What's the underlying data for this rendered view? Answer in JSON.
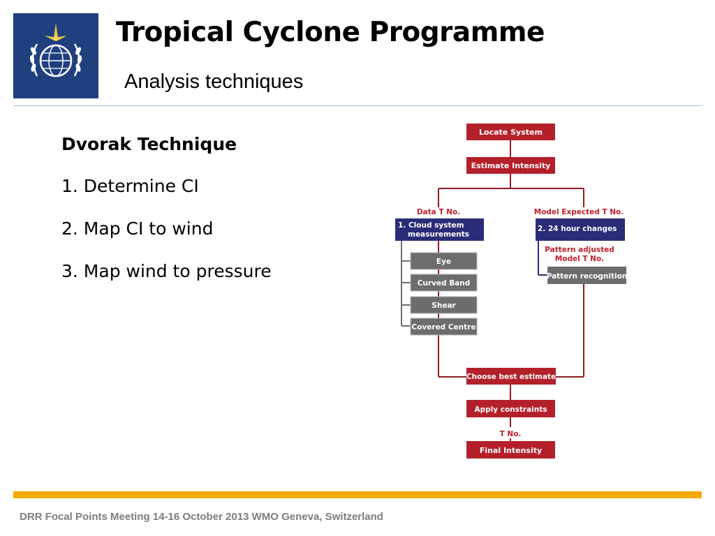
{
  "header": {
    "title": "Tropical Cyclone Programme",
    "subtitle": "Analysis techniques"
  },
  "content": {
    "heading": "Dvorak Technique",
    "steps": [
      "1. Determine CI",
      "2. Map CI to wind",
      "3. Map wind to pressure"
    ]
  },
  "flowchart": {
    "locate": "Locate System",
    "estimate": "Estimate Intensity",
    "data_t_label": "Data T No.",
    "model_t_label": "Model Expected T No.",
    "cloud_line1": "1. Cloud system",
    "cloud_line2": "measurements",
    "changes": "2. 24 hour changes",
    "pattern_adjusted_line1": "Pattern adjusted",
    "pattern_adjusted_line2": "Model T No.",
    "pattern_recognition": "Pattern recognition",
    "eye": "Eye",
    "curved_band": "Curved Band",
    "shear": "Shear",
    "covered_centre": "Covered Centre",
    "choose": "Choose best estimate",
    "constraints": "Apply constraints",
    "t_no_label": "T No.",
    "final": "Final Intensity",
    "colors": {
      "red_box": "#b4202a",
      "navy_box": "#2a2c78",
      "gray_box": "#6d6d6d",
      "label_red": "#c0202a",
      "line": "#8e1d24"
    }
  },
  "footer": {
    "text": "DRR Focal Points Meeting 14-16 October 2013 WMO Geneva, Switzerland"
  },
  "colors": {
    "logo_bg": "#1f3f7f",
    "accent_bar": "#f5a800",
    "rule": "#a9c2d8"
  }
}
